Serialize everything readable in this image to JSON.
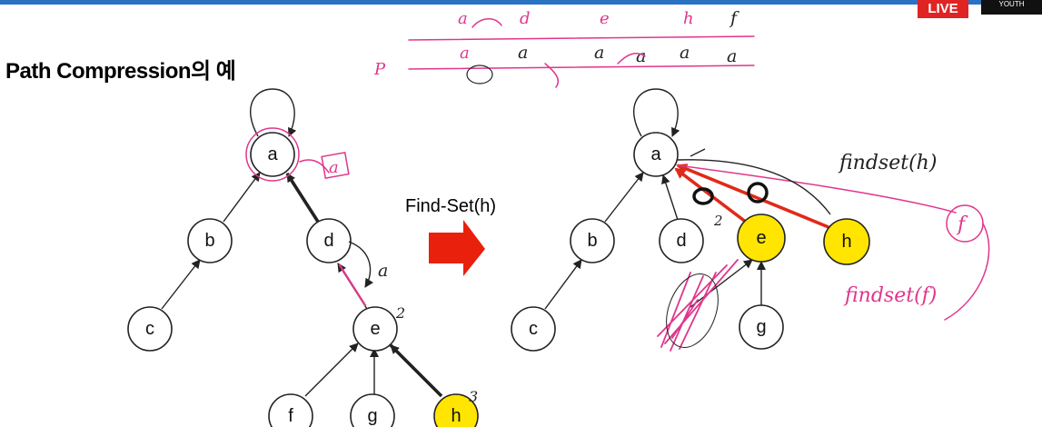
{
  "header": {
    "live_label": "LIVE",
    "badge_text": "YOUTH"
  },
  "slide": {
    "title": "Path Compression의 예",
    "operation_label": "Find-Set(h)"
  },
  "colors": {
    "highlight": "#ffe500",
    "arrow": "#e8200c",
    "ink": "#e0368c"
  },
  "trees": {
    "before": [
      {
        "id": "a",
        "label": "a",
        "highlight": false
      },
      {
        "id": "b",
        "label": "b",
        "highlight": false
      },
      {
        "id": "d",
        "label": "d",
        "highlight": false
      },
      {
        "id": "c",
        "label": "c",
        "highlight": false
      },
      {
        "id": "e",
        "label": "e",
        "highlight": false
      },
      {
        "id": "f",
        "label": "f",
        "highlight": false
      },
      {
        "id": "g",
        "label": "g",
        "highlight": false
      },
      {
        "id": "h",
        "label": "h",
        "highlight": true
      }
    ],
    "after": [
      {
        "id": "a",
        "label": "a",
        "highlight": false
      },
      {
        "id": "b",
        "label": "b",
        "highlight": false
      },
      {
        "id": "d",
        "label": "d",
        "highlight": false
      },
      {
        "id": "e",
        "label": "e",
        "highlight": true
      },
      {
        "id": "h",
        "label": "h",
        "highlight": true
      },
      {
        "id": "c",
        "label": "c",
        "highlight": false
      },
      {
        "id": "g",
        "label": "g",
        "highlight": false
      }
    ]
  },
  "annotations": {
    "p_label": "P",
    "top_row": [
      "a",
      "d",
      "e",
      "h",
      "f"
    ],
    "bottom_row": [
      "a",
      "a",
      "a",
      "a",
      "a",
      "a"
    ],
    "findset_h": "findset(h)",
    "findset_f": "findset(f)",
    "circled_f": "f",
    "side_a": "a",
    "marks": [
      "2",
      "3"
    ]
  }
}
